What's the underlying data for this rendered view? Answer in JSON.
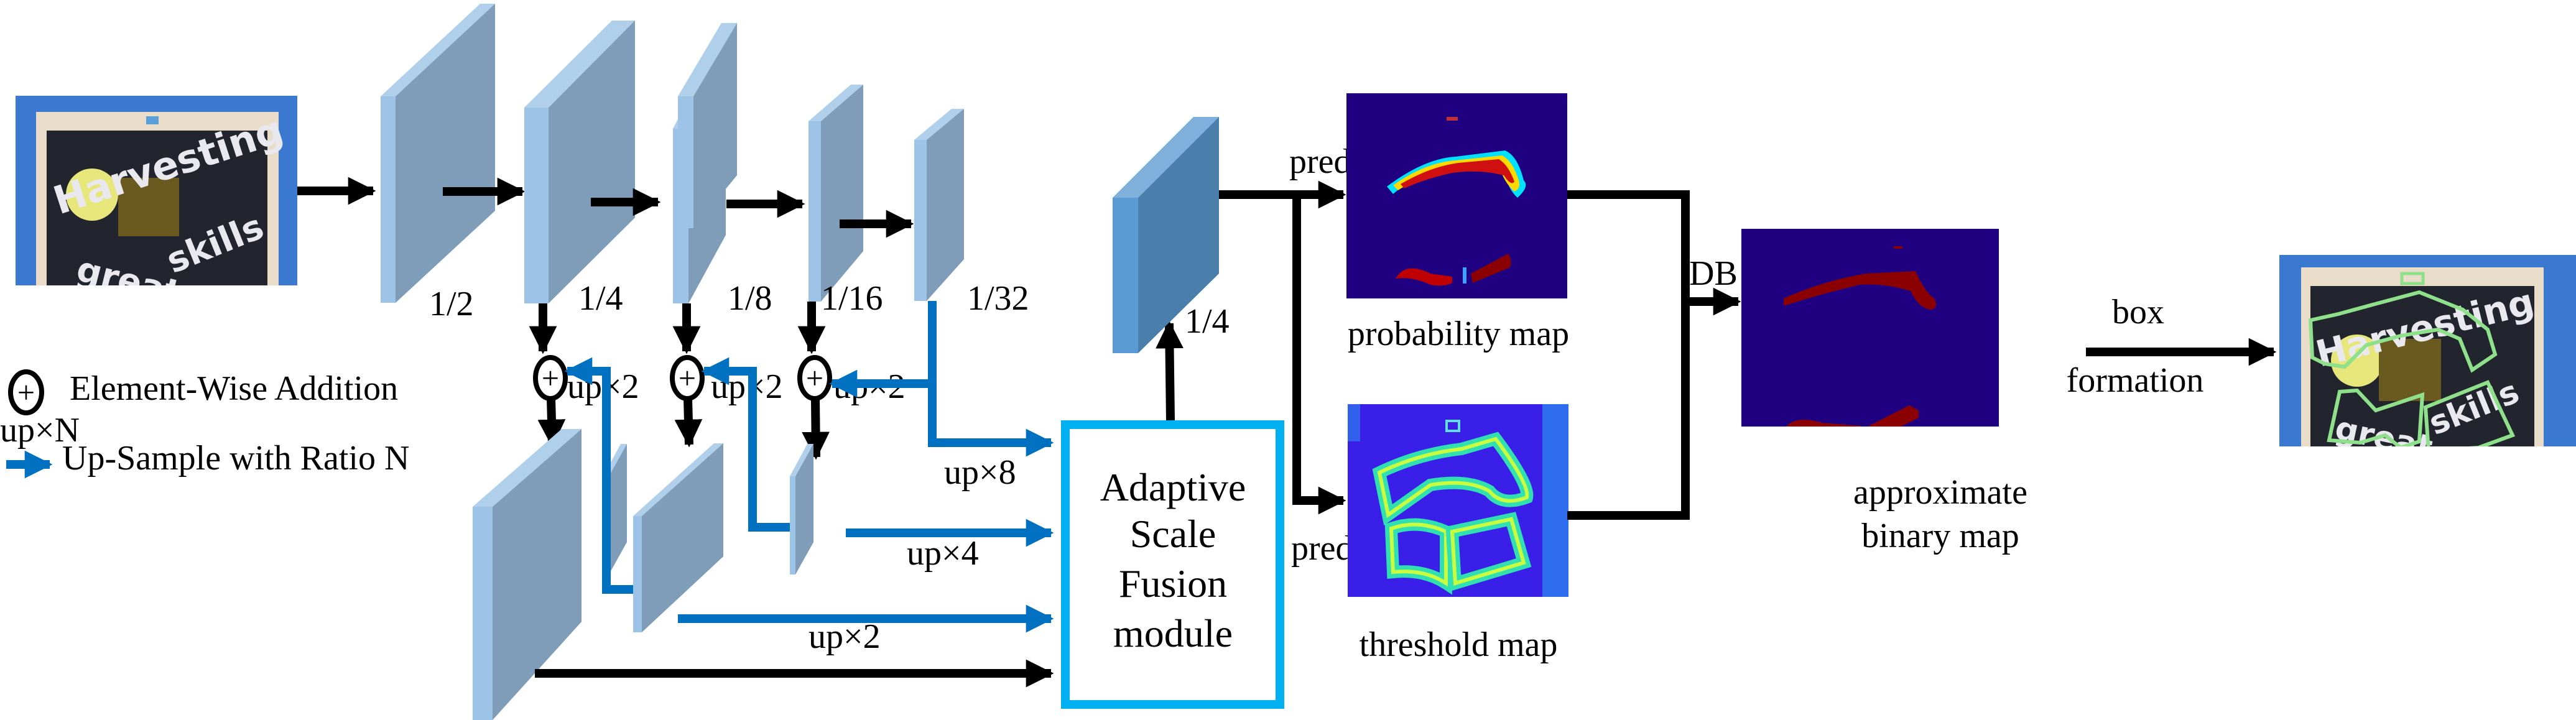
{
  "legend": {
    "addition_symbol": "+",
    "addition_label": "Element-Wise Addition",
    "upsample_symbol": "up×N",
    "upsample_label": "Up-Sample with Ratio N"
  },
  "input_image": {
    "description": "Photo of door with text",
    "text_lines": [
      "Harvesting",
      "great skills"
    ]
  },
  "backbone": {
    "stages": [
      {
        "label": "1/2"
      },
      {
        "label": "1/4"
      },
      {
        "label": "1/8"
      },
      {
        "label": "1/16"
      },
      {
        "label": "1/32"
      }
    ]
  },
  "fpn": {
    "upsample_labels": [
      "up×2",
      "up×2",
      "up×2"
    ],
    "add_symbols": [
      "+",
      "+",
      "+"
    ]
  },
  "fusion_inputs": {
    "labels": [
      "up×8",
      "up×4",
      "up×2"
    ]
  },
  "asf_module": {
    "lines": [
      "Adaptive",
      "Scale",
      "Fusion",
      "module"
    ],
    "border_color": "#00b0f0"
  },
  "feature_map": {
    "label": "1/4"
  },
  "heads": {
    "pred_top": "pred",
    "pred_bottom": "pred",
    "probability_map_label": "probability map",
    "threshold_map_label": "threshold map"
  },
  "db": {
    "label": "DB"
  },
  "binary_map": {
    "label_line1": "approximate",
    "label_line2": "binary map"
  },
  "box_formation": {
    "label_line1": "box",
    "label_line2": "formation"
  },
  "output_image": {
    "description": "Photo with green polygon text detections",
    "text_lines": [
      "Harvesting",
      "great",
      "skills"
    ],
    "box_color": "#8fe08a"
  },
  "colors": {
    "black_arrow": "#000000",
    "blue_arrow": "#0070c0",
    "heatmap_bg": "#1f0080",
    "heatmap_hot": "#8b0000",
    "threshold_bg": "#3a1fe8"
  }
}
